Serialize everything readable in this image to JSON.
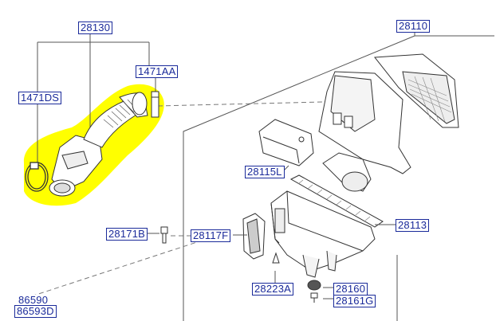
{
  "labels": {
    "p28130": "28130",
    "p28110": "28110",
    "p1471AA": "1471AA",
    "p1471DS": "1471DS",
    "p28115L": "28115L",
    "p28113": "28113",
    "p28171B": "28171B",
    "p28117F": "28117F",
    "p28223A": "28223A",
    "p28160": "28160",
    "p28161G": "28161G",
    "p86590": "86590",
    "p86593D": "86593D"
  },
  "colors": {
    "label_blue": "#1a2a9a",
    "highlight_yellow": "#ffff00",
    "line_gray": "#555555"
  }
}
